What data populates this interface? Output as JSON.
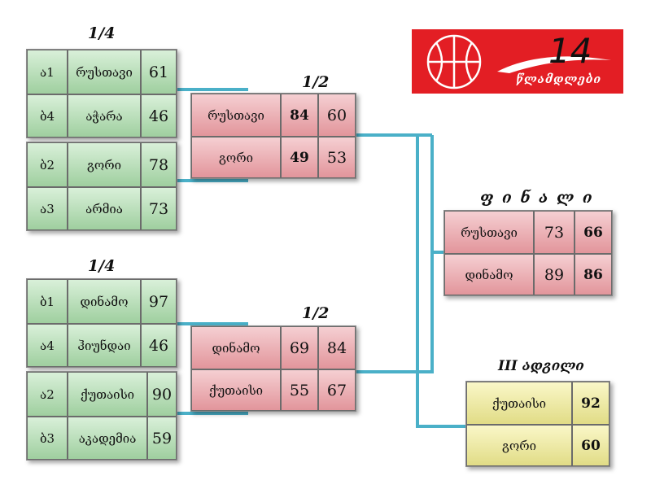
{
  "quarter_final_label": "1/4",
  "semi_final_label": "1/2",
  "final_label": "ფ ი ნ ა ლ ი",
  "third_place_label": "III ადგილი",
  "logo": {
    "number": "14",
    "caption": "წლამდლები",
    "color": "#e31e24"
  },
  "colors": {
    "quarter": "#b6dcb6",
    "semi": "#eab1b5",
    "third": "#efeba5",
    "lines": "#4ab0c8"
  },
  "quarter_finals_top": [
    {
      "seed": "ა1",
      "team": "რუსთავი",
      "score": "61"
    },
    {
      "seed": "ბ4",
      "team": "აჭარა",
      "score": "46"
    },
    {
      "seed": "ბ2",
      "team": "გორი",
      "score": "78"
    },
    {
      "seed": "ა3",
      "team": "არმია",
      "score": "73"
    }
  ],
  "quarter_finals_bottom": [
    {
      "seed": "ბ1",
      "team": "დინამო",
      "score": "97"
    },
    {
      "seed": "ა4",
      "team": "ჰიუნდაი",
      "score": "46"
    },
    {
      "seed": "ა2",
      "team": "ქუთაისი",
      "score": "90"
    },
    {
      "seed": "ბ3",
      "team": "აკადემია",
      "score": "59"
    }
  ],
  "semi_final_top": [
    {
      "team": "რუსთავი",
      "score1": "84",
      "score2": "60"
    },
    {
      "team": "გორი",
      "score1": "49",
      "score2": "53"
    }
  ],
  "semi_final_bottom": [
    {
      "team": "დინამო",
      "score1": "69",
      "score2": "84"
    },
    {
      "team": "ქუთაისი",
      "score1": "55",
      "score2": "67"
    }
  ],
  "final": [
    {
      "team": "რუსთავი",
      "score1": "73",
      "score2": "66"
    },
    {
      "team": "დინამო",
      "score1": "89",
      "score2": "86"
    }
  ],
  "third_place": [
    {
      "team": "ქუთაისი",
      "score": "92"
    },
    {
      "team": "გორი",
      "score": "60"
    }
  ]
}
